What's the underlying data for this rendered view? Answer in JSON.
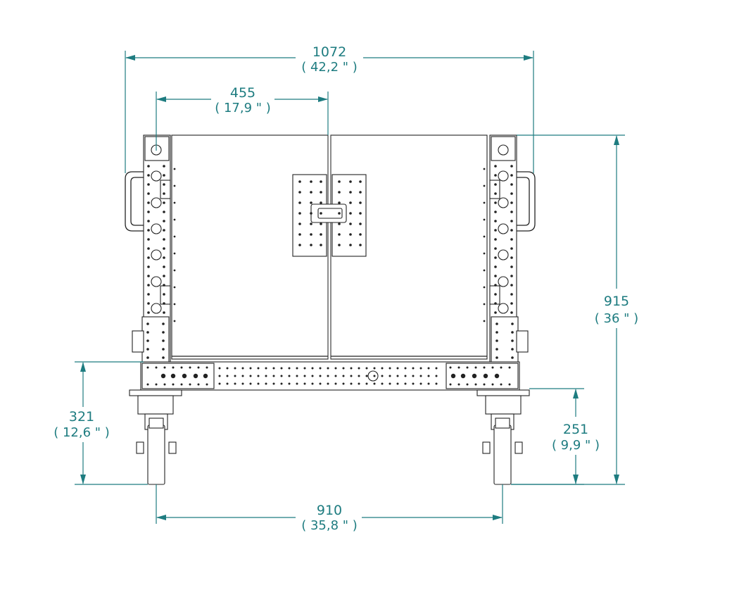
{
  "colors": {
    "dimension": "#1e7c80",
    "outline": "#222222",
    "background": "#ffffff"
  },
  "dimensions": {
    "overall_width": {
      "value": "1072",
      "imperial": "( 42,2 \" )"
    },
    "half_width": {
      "value": "455",
      "imperial": "( 17,9 \" )"
    },
    "overall_height": {
      "value": "915",
      "imperial": "( 36 \" )"
    },
    "deck_height": {
      "value": "321",
      "imperial": "( 12,6 \" )"
    },
    "caster_height": {
      "value": "251",
      "imperial": "( 9,9 \" )"
    },
    "wheel_base": {
      "value": "910",
      "imperial": "( 35,8 \" )"
    }
  }
}
